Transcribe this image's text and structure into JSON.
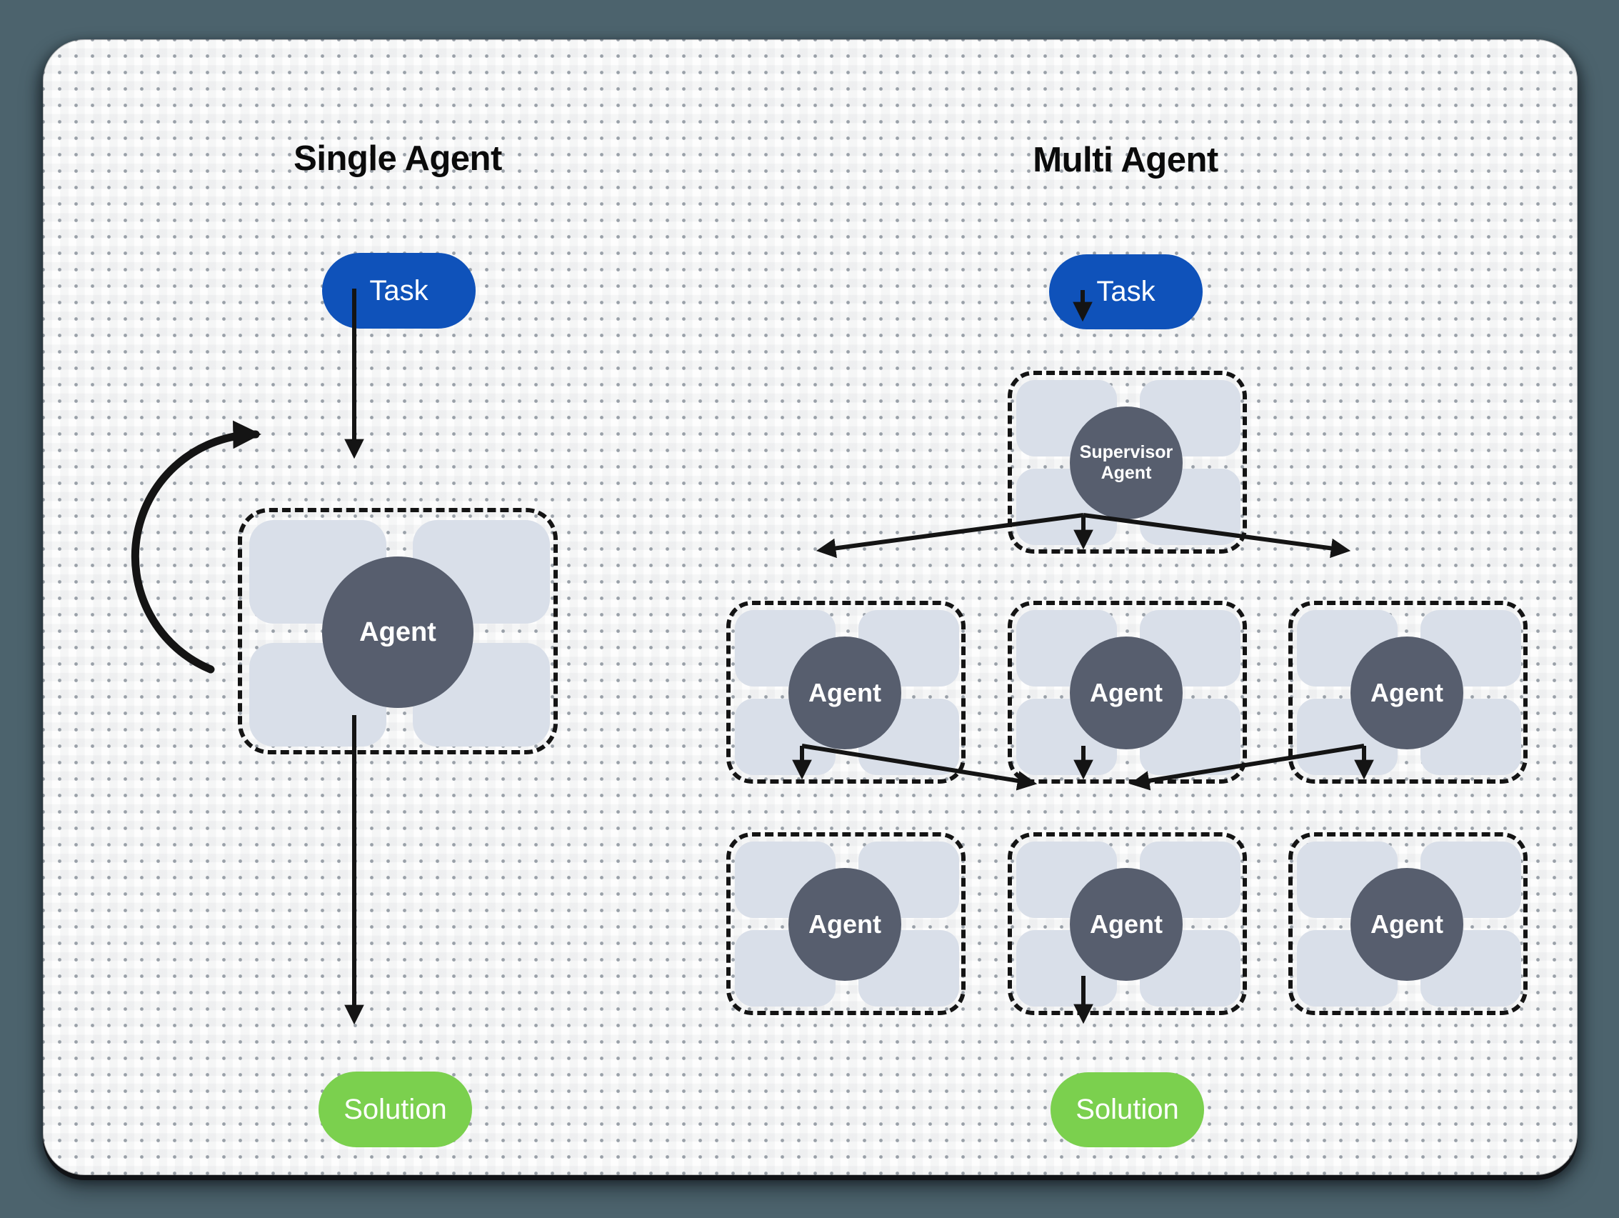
{
  "diagram": {
    "single": {
      "title": "Single Agent",
      "task_label": "Task",
      "agent_label": "Agent",
      "solution_label": "Solution"
    },
    "multi": {
      "title": "Multi Agent",
      "task_label": "Task",
      "supervisor_label": "Supervisor Agent",
      "row1_agent_labels": [
        "Agent",
        "Agent",
        "Agent"
      ],
      "row2_agent_labels": [
        "Agent",
        "Agent",
        "Agent"
      ],
      "solution_label": "Solution"
    },
    "colors": {
      "task_pill_blue": "#0f52ba",
      "solution_pill_green": "#7bd04e",
      "agent_circle_gray": "#575e6e",
      "tool_tile_gray": "#d9dfe9",
      "connector_black": "#141414",
      "canvas_white": "#fdfdfd",
      "backdrop_slate": "#4c636d"
    }
  }
}
